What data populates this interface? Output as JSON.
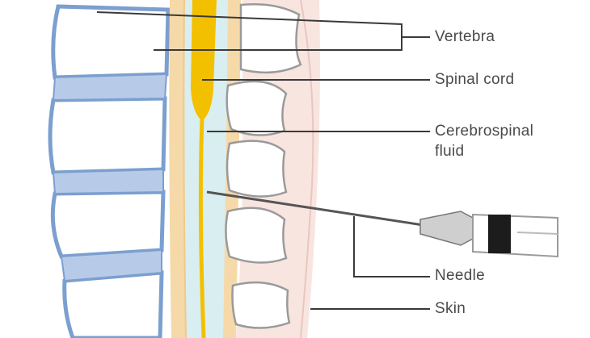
{
  "labels": {
    "vertebra": "Vertebra",
    "spinal_cord": "Spinal cord",
    "csf_line1": "Cerebrospinal",
    "csf_line2": "fluid",
    "needle": "Needle",
    "skin": "Skin"
  },
  "colors": {
    "vertebra_outline": "#7b9fcf",
    "disc": "#b7cbe8",
    "bone_outline": "#9a9a9a",
    "spinal_cord": "#f3c000",
    "dura": "#f6d9a8",
    "csf": "#d9eef0",
    "skin": "#f6dcd6",
    "leader_line": "#3a3a3a"
  }
}
